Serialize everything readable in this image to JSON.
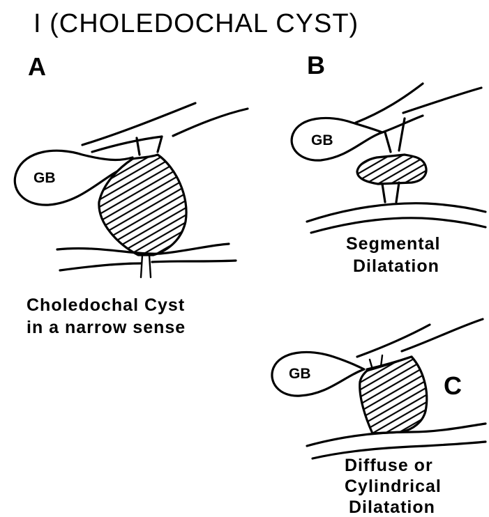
{
  "title": "I (CHOLEDOCHAL CYST)",
  "panels": [
    {
      "letter": "A",
      "organ_label": "GB",
      "caption_lines": [
        "Choledochal Cyst",
        "in a narrow sense"
      ]
    },
    {
      "letter": "B",
      "organ_label": "GB",
      "caption_lines": [
        "Segmental",
        "Dilatation"
      ]
    },
    {
      "letter": "C",
      "organ_label": "GB",
      "caption_lines": [
        "Diffuse or",
        "Cylindrical",
        "Dilatation"
      ]
    }
  ]
}
